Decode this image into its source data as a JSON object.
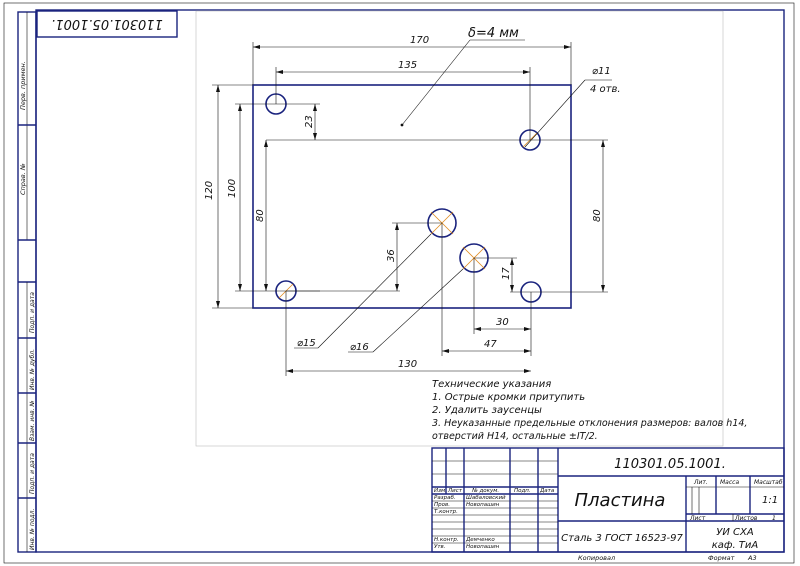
{
  "drawing": {
    "code_rotated": "110301.05.1001.",
    "thickness": "δ=4 мм",
    "dimensions": {
      "w170": "170",
      "w135": "135",
      "h120": "120",
      "h100": "100",
      "h80_left": "80",
      "h80_right": "80",
      "d23": "23",
      "d36": "36",
      "d17": "17",
      "d30": "30",
      "d47": "47",
      "d130": "130"
    },
    "hole_callouts": {
      "d11": "⌀11",
      "count": "4 отв.",
      "d15": "⌀15",
      "d16": "⌀16"
    }
  },
  "notes": {
    "title": "Технические указания",
    "items": [
      "1. Острые кромки притупить",
      "2. Удалить заусенцы",
      "3. Неуказанные предельные отклонения размеров: валов h14,",
      "отверстий H14, остальные ±IT/2."
    ]
  },
  "side_strip": {
    "labels": [
      "Перв. примен.",
      "Справ. №",
      "Подп. и дата",
      "Инв. № дубл.",
      "Взам. инв. №",
      "Подп. и дата",
      "Инв. № подл."
    ]
  },
  "title_block": {
    "doc_code": "110301.05.1001.",
    "part_name": "Пластина",
    "material": "Сталь 3 ГОСТ 16523-97",
    "header_lit": "Лит.",
    "header_mass": "Масса",
    "header_scale": "Масштаб",
    "scale_value": "1:1",
    "sheet_label": "Лист",
    "sheets_label": "Листов",
    "sheets_value": "1",
    "org_line1": "УИ СХА",
    "org_line2": "каф. ТиА",
    "col_headers": [
      "Изм.",
      "Лист",
      "№ докум.",
      "Подп.",
      "Дата"
    ],
    "rows": [
      {
        "role": "Разраб.",
        "name": "Шабаловский"
      },
      {
        "role": "Пров.",
        "name": "Новопашин"
      },
      {
        "role": "Т.контр.",
        "name": ""
      },
      {
        "role": "",
        "name": ""
      },
      {
        "role": "Н.контр.",
        "name": "Демченко"
      },
      {
        "role": "Утв.",
        "name": "Новопашин"
      }
    ],
    "copied": "Копировал",
    "format_label": "Формат",
    "format_value": "А3"
  }
}
